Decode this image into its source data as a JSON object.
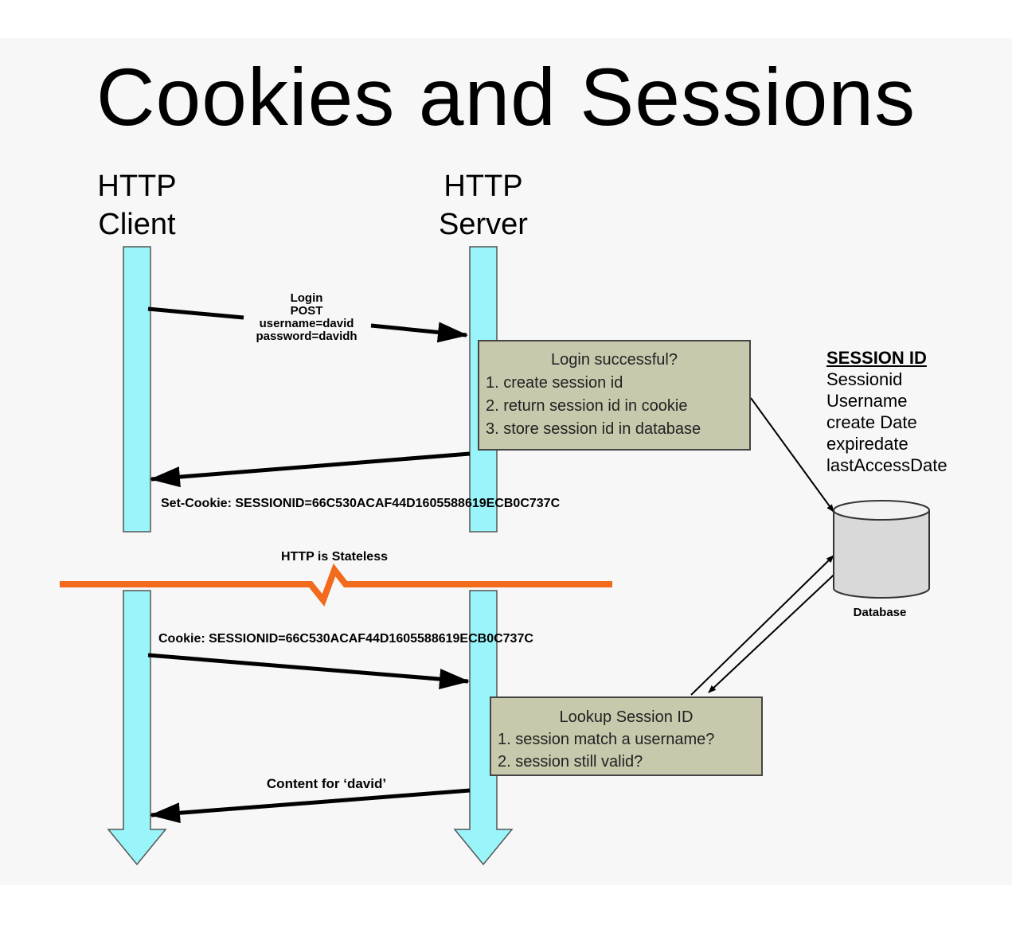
{
  "title": "Cookies and Sessions",
  "lanes": {
    "client": {
      "line1": "HTTP",
      "line2": "Client"
    },
    "server": {
      "line1": "HTTP",
      "line2": "Server"
    }
  },
  "login_request": [
    "Login",
    "POST",
    "username=david",
    "password=davidh"
  ],
  "login_box": {
    "heading": "Login successful?",
    "items": [
      "1. create session id",
      "2. return session id in cookie",
      "3. store session id in database"
    ]
  },
  "set_cookie_label": "Set-Cookie: SESSIONID=66C530ACAF44D1605588619ECB0C737C",
  "stateless_label": "HTTP is Stateless",
  "cookie_label": "Cookie: SESSIONID=66C530ACAF44D1605588619ECB0C737C",
  "lookup_box": {
    "heading": "Lookup Session ID",
    "items": [
      "1. session match a username?",
      "2. session still valid?"
    ]
  },
  "content_label": "Content for ‘david’",
  "session_table": {
    "header": "SESSION ID",
    "fields": [
      "Sessionid",
      "Username",
      "create Date",
      "expiredate",
      "lastAccessDate"
    ]
  },
  "database_label": "Database",
  "colors": {
    "lifeline": "#99f5fa",
    "divider": "#f26a1b",
    "box": "#c8c8ad",
    "arrow": "#000000"
  }
}
